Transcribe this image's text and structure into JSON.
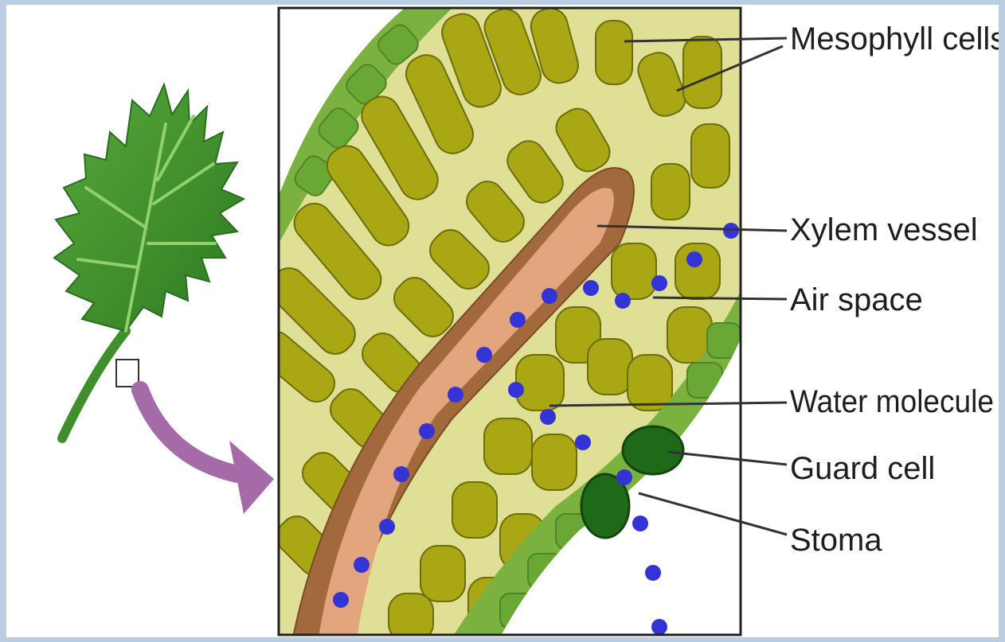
{
  "labels": {
    "mesophyll": "Mesophyll cells",
    "xylem": "Xylem vessel",
    "air_space": "Air space",
    "water": "Water molecule",
    "guard": "Guard cell",
    "stoma": "Stoma"
  },
  "colors": {
    "frame_background": "#b9cde3",
    "mesophyll": "#a9a814",
    "mesophyll_edge": "#6d6d0c",
    "background_tissue": "#dfe096",
    "epidermis": "#7bb23f",
    "xylem_wall": "#a26a3c",
    "xylem_lumen": "#e2a57e",
    "water_molecule": "#3434d6",
    "guard_cell": "#1f6a18",
    "arrow": "#a56aa8",
    "leaf": "#3f8f2c"
  },
  "icons": {
    "leaf": "leaf-icon",
    "arrow": "curved-arrow-icon",
    "zoom_box": "zoom-box-icon"
  }
}
